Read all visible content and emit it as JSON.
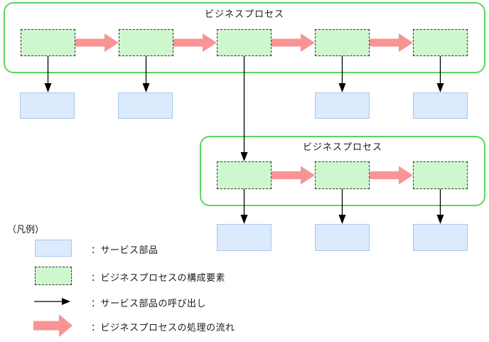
{
  "diagram": {
    "process_containers": [
      {
        "title": "ビジネスプロセス"
      },
      {
        "title": "ビジネスプロセス"
      }
    ]
  },
  "legend": {
    "title": "（凡例）",
    "items": [
      {
        "name": "service-part",
        "label": "：サービス部品"
      },
      {
        "name": "process-element",
        "label": "：ビジネスプロセスの構成要素"
      },
      {
        "name": "service-call",
        "label": "：サービス部品の呼び出し"
      },
      {
        "name": "process-flow",
        "label": "：ビジネスプロセスの処理の流れ"
      }
    ]
  },
  "colors": {
    "container_border": "#5ed45e",
    "process_element_fill": "#cef7ce",
    "process_element_border": "#333333",
    "service_part_fill": "#dbeafc",
    "service_part_border": "#a8c8ec",
    "flow_arrow": "#f99494",
    "call_arrow": "#000000",
    "text": "#1a1a1a"
  }
}
